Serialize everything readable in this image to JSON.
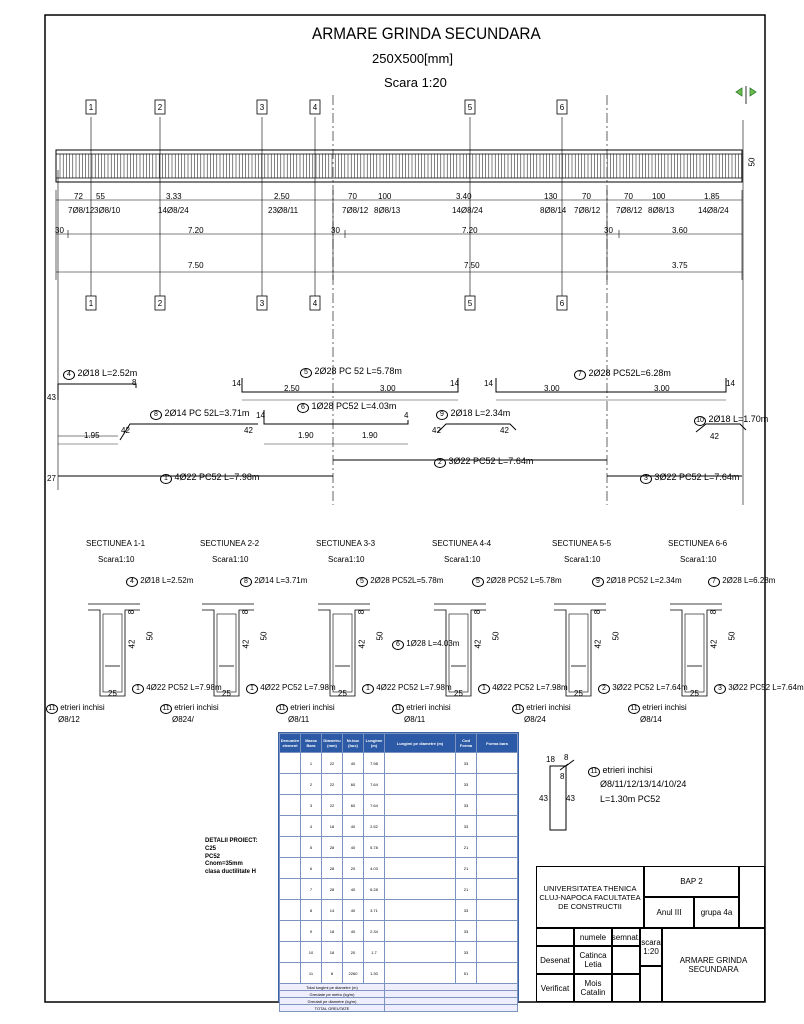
{
  "header": {
    "title": "ARMARE GRINDA SECUNDARA",
    "dimensions": "250X500[mm]",
    "scale": "Scara 1:20"
  },
  "section_markers": [
    "1",
    "2",
    "3",
    "4",
    "5",
    "6"
  ],
  "elevation": {
    "beam_height": "50",
    "dims_top": [
      "72",
      "55",
      "3.33",
      "2.50",
      "70",
      "100",
      "3.40",
      "130",
      "70",
      "70",
      "100",
      "1.85"
    ],
    "stirrups": [
      "7Ø8/12",
      "3Ø8/10",
      "14Ø8/24",
      "23Ø8/11",
      "7Ø8/12",
      "8Ø8/13",
      "14Ø8/24",
      "8Ø8/14",
      "7Ø8/12",
      "7Ø8/12",
      "8Ø8/13",
      "14Ø8/24"
    ],
    "dims_mid": [
      "30",
      "7.20",
      "30",
      "7.20",
      "30",
      "3.60"
    ],
    "dims_bottom": [
      "7.50",
      "7.50",
      "3.75"
    ]
  },
  "bars": [
    {
      "no": "4",
      "label": "2Ø18 L=2.52m"
    },
    {
      "no": "5",
      "label": "2Ø28 PC 52 L=5.78m"
    },
    {
      "no": "7",
      "label": "2Ø28 PC52L=6.28m"
    },
    {
      "no": "8",
      "label": "2Ø14 PC 52L=3.71m"
    },
    {
      "no": "6",
      "label": "1Ø28 PC52 L=4.03m"
    },
    {
      "no": "9",
      "label": "2Ø18 L=2.34m"
    },
    {
      "no": "10",
      "label": "2Ø18 L=1.70m"
    },
    {
      "no": "1",
      "label": "4Ø22 PC52 L=7.98m"
    },
    {
      "no": "2",
      "label": "3Ø22 PC52 L=7.64m"
    },
    {
      "no": "3",
      "label": "3Ø22 PC52 L=7.64m"
    }
  ],
  "bar_dims": {
    "b4_left": "43",
    "b4_right": "8",
    "b4_len": "1.95",
    "b4_hook": "42",
    "b5_left": "14",
    "b5_l1": "2.50",
    "b5_l2": "3.00",
    "b5_right": "14",
    "b7_left": "14",
    "b7_l1": "3.00",
    "b7_l2": "3.00",
    "b7_right": "14",
    "b6_left": "14",
    "b6_l1": "1.90",
    "b6_l2": "1.90",
    "b6_right": "4",
    "b8_hook": "42",
    "b9_hook": "42",
    "b9_hook2": "42",
    "b10_hook": "42",
    "b1_left": "27"
  },
  "sections": [
    {
      "title": "SECTIUNEA 1-1",
      "scale": "Scara1:10",
      "top_no": "4",
      "top": "2Ø18 L=2.52m",
      "bot_no": "1",
      "bot": "4Ø22 PC52 L=7.98m",
      "stir": "etrieri inchisi",
      "stir_spec": "Ø8/12"
    },
    {
      "title": "SECTIUNEA 2-2",
      "scale": "Scara1:10",
      "top_no": "8",
      "top": "2Ø14 L=3.71m",
      "bot_no": "1",
      "bot": "4Ø22 PC52 L=7.98m",
      "stir": "etrieri inchisi",
      "stir_spec": "Ø824/"
    },
    {
      "title": "SECTIUNEA 3-3",
      "scale": "Scara1:10",
      "top_no": "5",
      "top": "2Ø28 PC52L=5.78m",
      "bot_no": "1",
      "bot": "4Ø22 PC52 L=7.98m",
      "stir": "etrieri inchisi",
      "stir_spec": "Ø8/11"
    },
    {
      "title": "SECTIUNEA 4-4",
      "scale": "Scara1:10",
      "top_no": "5",
      "top": "2Ø28 PC52 L=5.78m",
      "bot_no": "1",
      "bot": "4Ø22 PC52 L=7.98m",
      "stir": "etrieri inchisi",
      "stir_spec": "Ø8/11",
      "extra_no": "6",
      "extra": "1Ø28 L=4.03m"
    },
    {
      "title": "SECTIUNEA 5-5",
      "scale": "Scara1:10",
      "top_no": "9",
      "top": "2Ø18 PC52 L=2.34m",
      "bot_no": "2",
      "bot": "3Ø22 PC52 L=7.64m",
      "stir": "etrieri inchisi",
      "stir_spec": "Ø8/24"
    },
    {
      "title": "SECTIUNEA 6-6",
      "scale": "Scara1:10",
      "top_no": "7",
      "top": "2Ø28 L=6.28m",
      "bot_no": "3",
      "bot": "3Ø22 PC52 L=7.64m",
      "stir": "etrieri inchisi",
      "stir_spec": "Ø8/14"
    }
  ],
  "section_dims": {
    "h": "50",
    "web": "42",
    "ht": "8",
    "b": "25"
  },
  "stirrup_detail": {
    "no": "11",
    "label": "etrieri inchisi",
    "spec": "Ø8/11/12/13/14/10/24",
    "length": "L=1.30m PC52",
    "d_top": "18",
    "d_hook": "8",
    "d_hook2": "8",
    "d_left": "43",
    "d_right": "43"
  },
  "details": {
    "title": "DETALII PROIECT:",
    "lines": [
      "C25",
      "PC52",
      "Cnom=35mm",
      "clasa ductilitate H"
    ]
  },
  "schedule": {
    "headers": [
      "Denumire element",
      "Marca Bara",
      "Diametru (mm)",
      "Nr.buc (buc)",
      "Lungime (m)",
      "Lungimi pe diametre (m)",
      "Cod Forma",
      "Forma bara"
    ],
    "rows": [
      [
        "",
        "1",
        "22",
        "40",
        "7.98",
        "",
        "33",
        ""
      ],
      [
        "",
        "2",
        "22",
        "60",
        "7.64",
        "",
        "33",
        ""
      ],
      [
        "",
        "3",
        "22",
        "60",
        "7.64",
        "",
        "33",
        ""
      ],
      [
        "",
        "4",
        "18",
        "40",
        "2.52",
        "",
        "33",
        ""
      ],
      [
        "",
        "5",
        "28",
        "40",
        "5.78",
        "",
        "21",
        ""
      ],
      [
        "",
        "6",
        "28",
        "20",
        "4.03",
        "",
        "21",
        ""
      ],
      [
        "",
        "7",
        "28",
        "40",
        "6.28",
        "",
        "21",
        ""
      ],
      [
        "",
        "8",
        "14",
        "40",
        "3.71",
        "",
        "33",
        ""
      ],
      [
        "",
        "9",
        "18",
        "40",
        "2.34",
        "",
        "33",
        ""
      ],
      [
        "",
        "10",
        "18",
        "20",
        "1.7",
        "",
        "33",
        ""
      ],
      [
        "",
        "11",
        "8",
        "2260",
        "1.30",
        "",
        "51",
        ""
      ]
    ],
    "footer": [
      "Total lungimi pe diametre (m)",
      "Greutate pe metru (kg/m)",
      "Greutati pe diametre (kg/m)",
      "TOTAL GREUTATE"
    ]
  },
  "titleblock": {
    "university": "UNIVERSITATEA THENICA CLUJ-NAPOCA FACULTATEA DE CONSTRUCTII",
    "project": "BAP 2",
    "year": "Anul III",
    "group": "grupa 4a",
    "col_name": "numele",
    "col_sign": "semnat.",
    "scale_label": "scara",
    "scale_value": "1:20",
    "drawn_label": "Desenat",
    "drawn_name": "Catinca Letia",
    "checked_label": "Verificat",
    "checked_name": "Mois Catalin",
    "sheet_title": "ARMARE GRINDA SECUNDARA"
  }
}
